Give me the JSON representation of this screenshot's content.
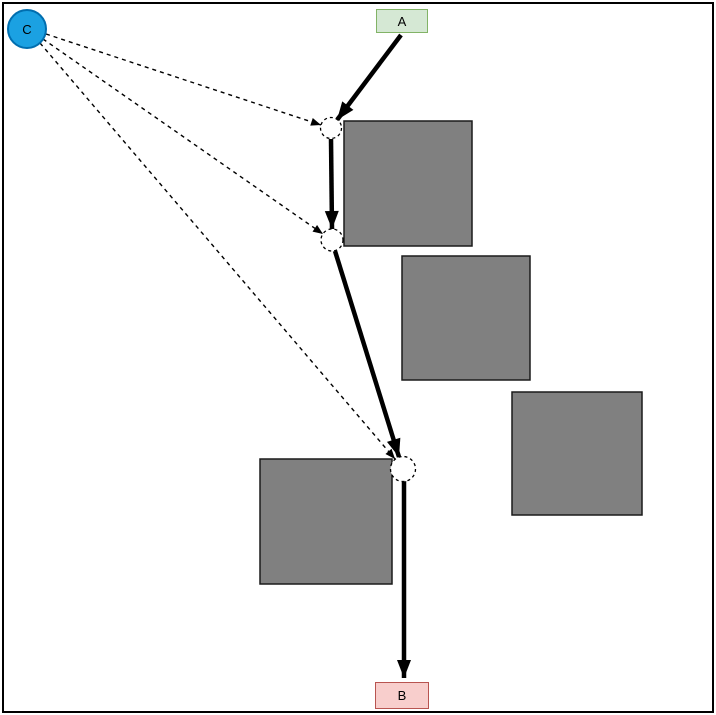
{
  "diagram": {
    "nodes": {
      "start": {
        "label": "A",
        "shape": "rectangle"
      },
      "end": {
        "label": "B",
        "shape": "rectangle"
      },
      "source": {
        "label": "C",
        "shape": "circle"
      }
    },
    "waypoints": [
      {
        "name": "waypoint-1"
      },
      {
        "name": "waypoint-2"
      },
      {
        "name": "waypoint-3"
      }
    ],
    "obstacles": [
      {
        "name": "obstacle-1"
      },
      {
        "name": "obstacle-2"
      },
      {
        "name": "obstacle-3"
      },
      {
        "name": "obstacle-4"
      }
    ],
    "edges": {
      "solid": [
        "A -> waypoint-1",
        "waypoint-1 -> waypoint-2",
        "waypoint-2 -> waypoint-3",
        "waypoint-3 -> B"
      ],
      "dashed": [
        "C -> waypoint-1",
        "C -> waypoint-2",
        "C -> waypoint-3"
      ]
    },
    "colors": {
      "start_fill": "#d5e8d4",
      "start_stroke": "#82b366",
      "end_fill": "#f8cecc",
      "end_stroke": "#b85450",
      "source_fill": "#1ba1e2",
      "source_stroke": "#006eaf",
      "obstacle_fill": "#808080",
      "obstacle_stroke": "#1a1a1a",
      "edge_stroke": "#000000",
      "background": "#ffffff",
      "frame": "#000000"
    }
  }
}
